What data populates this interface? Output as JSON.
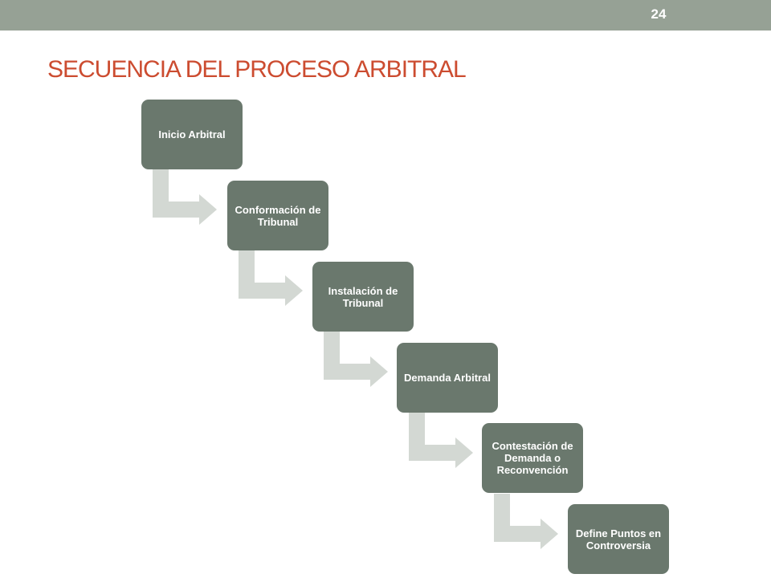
{
  "slide": {
    "page_number": "24",
    "title": "SECUENCIA  DEL PROCESO ARBITRAL"
  },
  "process": {
    "steps": [
      {
        "label": "Inicio Arbitral"
      },
      {
        "label": "Conformación de Tribunal"
      },
      {
        "label": "Instalación de Tribunal"
      },
      {
        "label": "Demanda Arbitral"
      },
      {
        "label": "Contestación de Demanda o Reconvención"
      },
      {
        "label": "Define Puntos en Controversia"
      }
    ]
  },
  "colors": {
    "top_bar": "#96a195",
    "title": "#cc4c30",
    "step_box": "#6a786d",
    "connector": "#d3d8d3"
  }
}
